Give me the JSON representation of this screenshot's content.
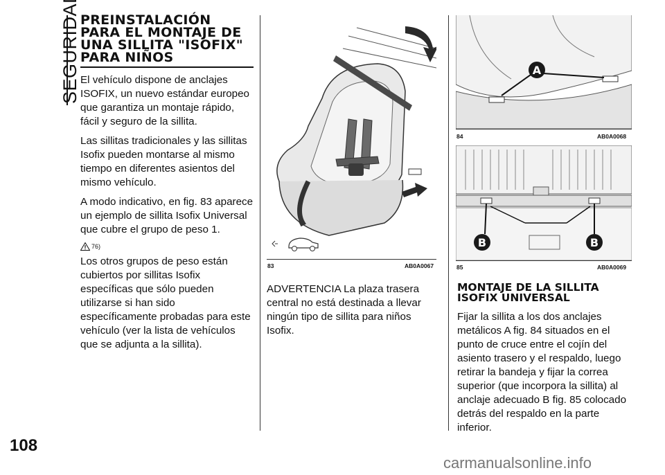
{
  "side_label": "SEGURIDAD",
  "page_number": "108",
  "column1": {
    "title": "PREINSTALACIÓN PARA EL MONTAJE DE UNA SILLITA \"ISOFIX\" PARA NIÑOS",
    "p1": "El vehículo dispone de anclajes ISOFIX, un nuevo estándar europeo que garantiza un montaje rápido, fácil y seguro de la sillita.",
    "p2": "Las sillitas tradicionales y las sillitas Isofix pueden montarse al mismo tiempo en diferentes asientos del mismo vehículo.",
    "p3": "A modo indicativo, en fig. 83 aparece un ejemplo de sillita Isofix Universal que cubre el grupo de peso 1.",
    "warning_ref": "76)",
    "p4": "Los otros grupos de peso están cubiertos por sillitas Isofix específicas que sólo pueden utilizarse si han sido específicamente probadas para este vehículo (ver la lista de vehículos que se adjunta a la sillita)."
  },
  "figures": {
    "fig83": {
      "number": "83",
      "code": "AB0A0067"
    },
    "fig84": {
      "number": "84",
      "code": "AB0A0068",
      "marker": "A"
    },
    "fig85": {
      "number": "85",
      "code": "AB0A0069",
      "marker_left": "B",
      "marker_right": "B"
    }
  },
  "column2": {
    "advertencia": "ADVERTENCIA La plaza trasera central no está destinada a llevar ningún tipo de sillita para niños Isofix."
  },
  "column3": {
    "title": "MONTAJE DE LA SILLITA ISOFIX UNIVERSAL",
    "p1": "Fijar la sillita a los dos anclajes metálicos A fig. 84 situados en el punto de cruce entre el cojín del asiento trasero y el respaldo, luego retirar la bandeja y fijar la correa superior (que incorpora la sillita) al anclaje adecuado B fig. 85 colocado detrás del respaldo en la parte inferior."
  },
  "watermark": "carmanualsonline.info",
  "colors": {
    "marker_fill": "#1a1a1a",
    "arrow_fill": "#2a2a2a"
  }
}
